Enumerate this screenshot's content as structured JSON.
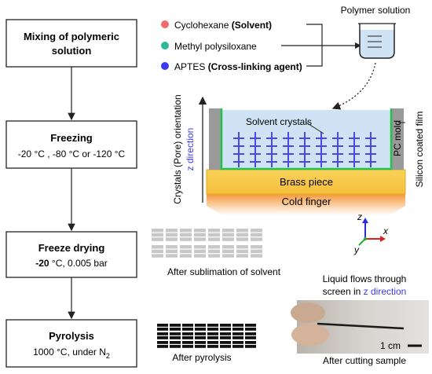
{
  "steps": [
    {
      "title": "Mixing of polymeric",
      "title2": "solution",
      "detail": ""
    },
    {
      "title": "Freezing",
      "detail": "-20 °C , -80 °C or -120 °C"
    },
    {
      "title": "Freeze drying",
      "detail_bold": "-20",
      "detail_rest": " °C, 0.005 bar"
    },
    {
      "title": "Pyrolysis",
      "detail_main": "1000 °C, under N",
      "detail_sub": "2"
    }
  ],
  "ingredients": [
    {
      "name": "Cyclohexane ",
      "role": "(Solvent)",
      "color": "#f26b6b"
    },
    {
      "name": "Methyl polysiloxane",
      "role": "",
      "color": "#2db89a"
    },
    {
      "name": "APTES ",
      "role": "(Cross-linking agent)",
      "color": "#3b3bf0"
    }
  ],
  "polymer_solution_label": "Polymer solution",
  "apparatus": {
    "orientation_label": "Crystals (Pore) orientation",
    "z_direction": "z direction",
    "solvent_crystals": "Solvent crystals",
    "brass_piece": "Brass piece",
    "cold_finger": "Cold finger",
    "pc_mold": "PC mold",
    "silicon_film": "Silicon coated film"
  },
  "axes": {
    "z": "z",
    "x": "x",
    "y": "y"
  },
  "captions": {
    "sublimation": "After sublimation of solvent",
    "pyrolysis": "After pyrolysis",
    "liquid_flow_1": "Liquid flows through",
    "liquid_flow_2a": "screen in ",
    "liquid_flow_2b": "z direction",
    "scale": "1 cm",
    "cutting": "After cutting sample"
  },
  "colors": {
    "accent_blue": "#3b3bf0",
    "brass": "#f7c948",
    "green_film": "#23c24a"
  }
}
